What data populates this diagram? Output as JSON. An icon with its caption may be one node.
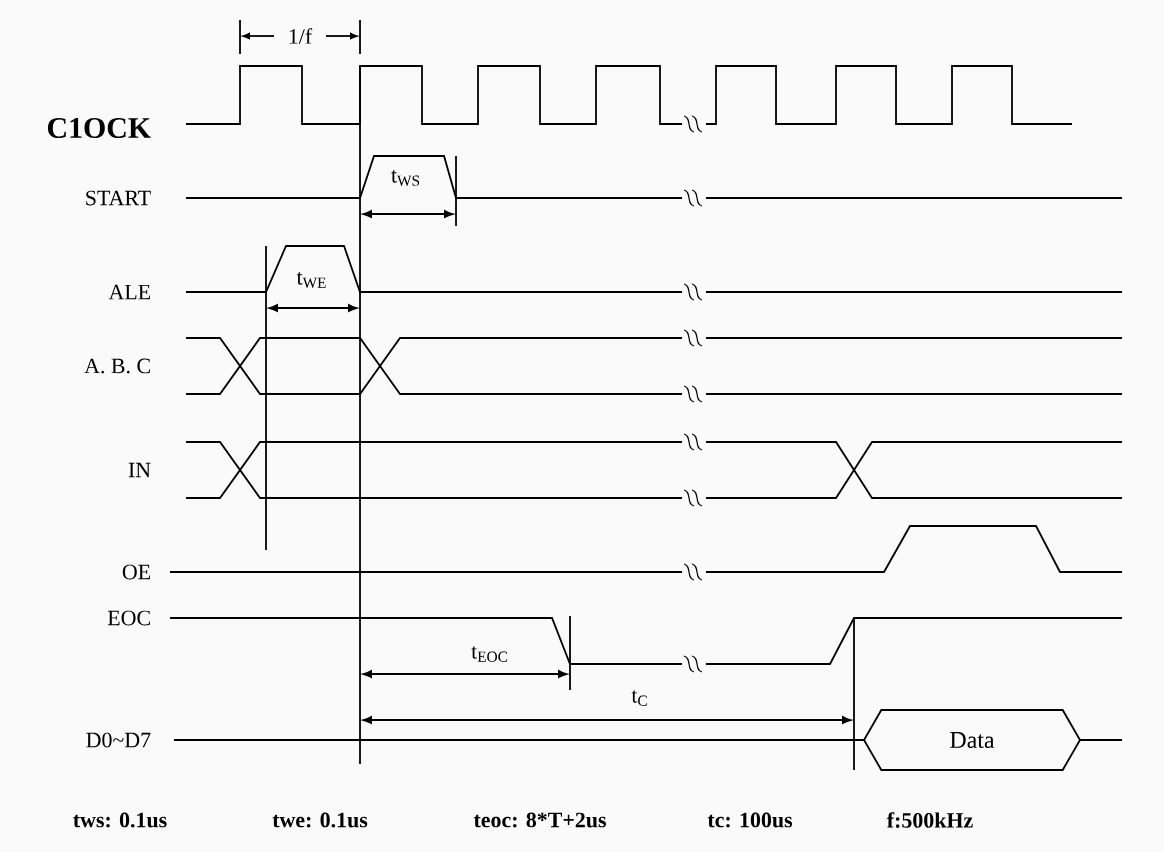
{
  "diagram": {
    "nodes": [
      {
        "text": [
          "Data"
        ]
      }
    ],
    "edges": [],
    "labels": [
      "1/f",
      "C1OCK",
      "START",
      "t$_{WS}$",
      "ALE",
      "t$_{WE}$",
      "A. B. C",
      "IN",
      "OE",
      "EOC",
      "t$_{EOC}$",
      "t$_{C}$",
      "D0~D7",
      "tws: 0.1us",
      "twe: 0.1us",
      "teoc: 8*T+2us",
      "tc: 100us",
      "f:500kHz"
    ]
  }
}
